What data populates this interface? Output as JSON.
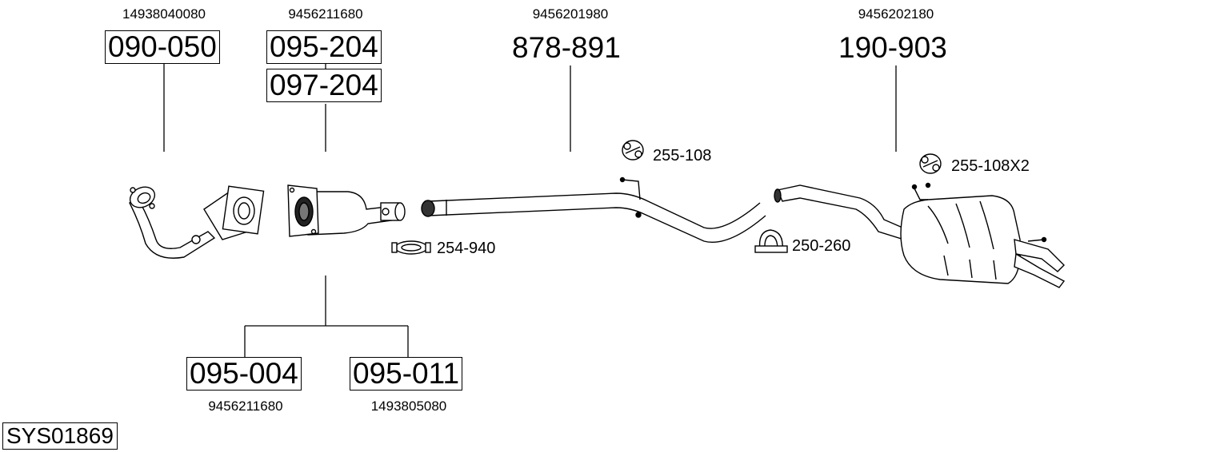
{
  "diagram": {
    "system_code": "SYS01869",
    "parts": [
      {
        "oem": "14938040080",
        "part_no": "090-050"
      },
      {
        "oem": "9456211680",
        "part_no": "095-204",
        "alt_part_no": "097-204"
      },
      {
        "oem": "9456201980",
        "part_no": "878-891"
      },
      {
        "oem": "9456202180",
        "part_no": "190-903"
      }
    ],
    "sub_parts": [
      {
        "oem": "9456211680",
        "part_no": "095-004"
      },
      {
        "oem": "1493805080",
        "part_no": "095-011"
      }
    ],
    "accessories": [
      {
        "label": "255-108"
      },
      {
        "label": "255-108X2"
      },
      {
        "label": "254-940"
      },
      {
        "label": "250-260"
      }
    ]
  }
}
